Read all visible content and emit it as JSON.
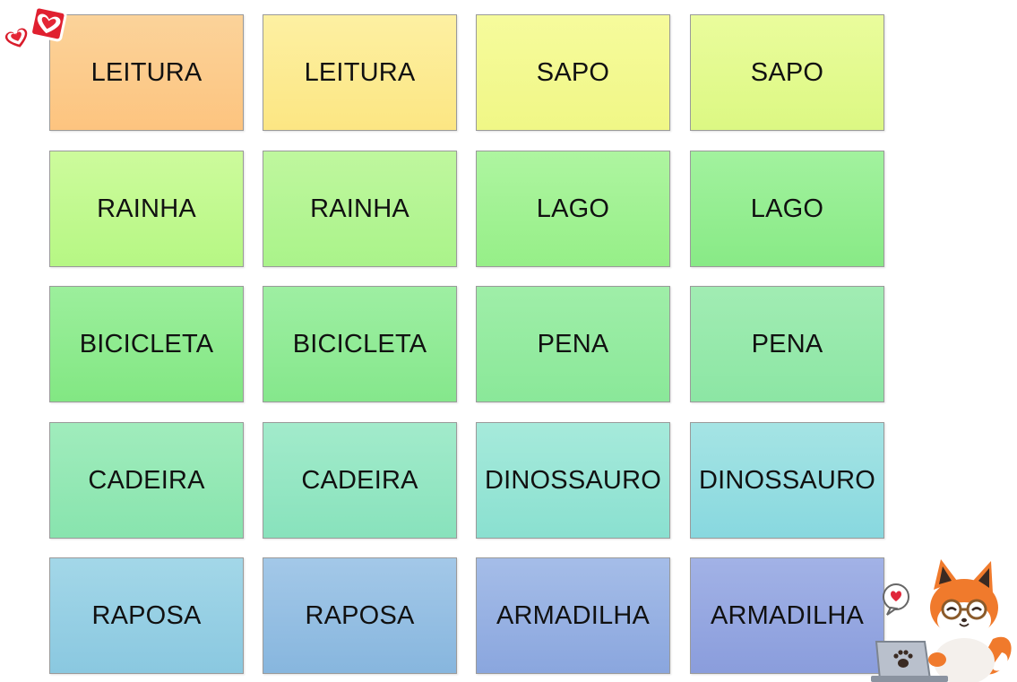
{
  "cards": [
    {
      "label": "LEITURA",
      "colors": [
        "#fbd39a",
        "#fdc47f"
      ]
    },
    {
      "label": "LEITURA",
      "colors": [
        "#fdf0a2",
        "#fce683"
      ]
    },
    {
      "label": "SAPO",
      "colors": [
        "#f6fb9c",
        "#f0f786"
      ]
    },
    {
      "label": "SAPO",
      "colors": [
        "#eafc9c",
        "#dcf883"
      ]
    },
    {
      "label": "RAINHA",
      "colors": [
        "#cdfb9c",
        "#b6f784"
      ]
    },
    {
      "label": "RAINHA",
      "colors": [
        "#bff79e",
        "#aaf38a"
      ]
    },
    {
      "label": "LAGO",
      "colors": [
        "#aef5a0",
        "#96ef88"
      ]
    },
    {
      "label": "LAGO",
      "colors": [
        "#a2f29e",
        "#88ea86"
      ]
    },
    {
      "label": "BICICLETA",
      "colors": [
        "#9cef9c",
        "#82e783"
      ]
    },
    {
      "label": "BICICLETA",
      "colors": [
        "#9eefa2",
        "#85e78c"
      ]
    },
    {
      "label": "PENA",
      "colors": [
        "#9feea8",
        "#8ae899"
      ]
    },
    {
      "label": "PENA",
      "colors": [
        "#a1ecb3",
        "#8ce6a4"
      ]
    },
    {
      "label": "CADEIRA",
      "colors": [
        "#a0ecbc",
        "#88e4ae"
      ]
    },
    {
      "label": "CADEIRA",
      "colors": [
        "#a2ebcb",
        "#88e2bc"
      ]
    },
    {
      "label": "DINOSSAURO",
      "colors": [
        "#a6eadb",
        "#8ae0d0"
      ]
    },
    {
      "label": "DINOSSAURO",
      "colors": [
        "#a5e4e4",
        "#88d8df"
      ]
    },
    {
      "label": "RAPOSA",
      "colors": [
        "#a3d7e8",
        "#8ac8e0"
      ]
    },
    {
      "label": "RAPOSA",
      "colors": [
        "#a3c8e8",
        "#87b6de"
      ]
    },
    {
      "label": "ARMADILHA",
      "colors": [
        "#a5bde8",
        "#8aa6de"
      ]
    },
    {
      "label": "ARMADILHA",
      "colors": [
        "#a2b2e6",
        "#8a9ddc"
      ]
    }
  ],
  "icons": {
    "hearts": "heart-sticker-icon",
    "fox": "fox-laptop-mascot-icon"
  }
}
